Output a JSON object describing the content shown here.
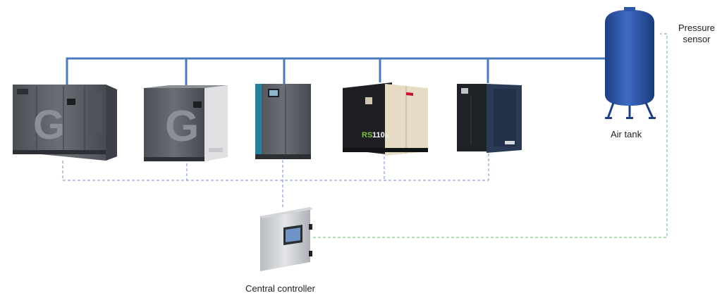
{
  "labels": {
    "air_tank": "Air tank",
    "pressure_sensor_line1": "Pressure",
    "pressure_sensor_line2": "sensor",
    "central_controller": "Central controller"
  },
  "compressor_badges": {
    "rs_model": "RS",
    "rs_number": "110",
    "rs_suffix": "ie"
  },
  "colors": {
    "pipe": "#4a7bbf",
    "signal_line": "#6e8fc7",
    "sensor_line": "#5fb86a",
    "tank": "#2c56a8",
    "atlas_body": "#5b5f66",
    "ingersoll_panel": "#e6dcc6",
    "kaeser_body": "#2b3a55"
  }
}
